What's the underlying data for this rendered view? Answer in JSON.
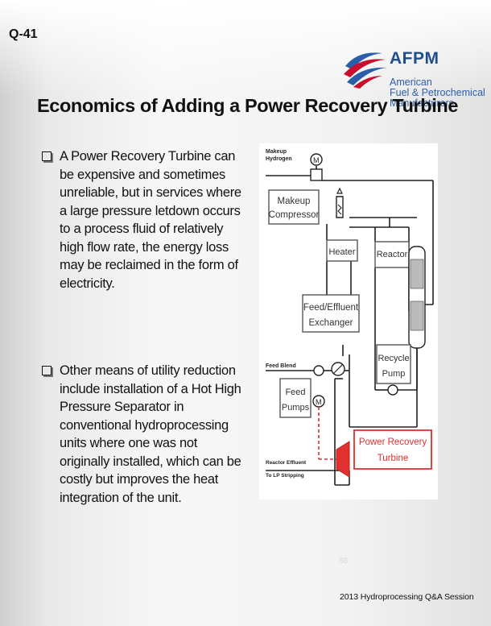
{
  "question_number": "Q-41",
  "logo": {
    "name": "AFPM",
    "full_name_lines": [
      "American",
      "Fuel & Petrochemical",
      "Manufacturers"
    ],
    "colors": {
      "blue": "#1f4e8c",
      "red": "#c8102e"
    }
  },
  "title": "Economics of Adding a Power Recovery Turbine",
  "bullets": [
    "A Power Recovery Turbine can be expensive and sometimes unreliable, but in services where a large pressure letdown occurs to a process fluid of relatively high flow rate, the energy loss may be reclaimed in the form of electricity.",
    "Other means of utility reduction include installation of a Hot High Pressure Separator in conventional hydroprocessing units where one was not originally installed, which can be costly but improves the heat integration of the unit."
  ],
  "diagram": {
    "stream_makeup": [
      "Makeup",
      "Hydrogen"
    ],
    "makeup_compressor": [
      "Makeup",
      "Compressor"
    ],
    "heater": "Heater",
    "reactor": "Reactor",
    "exchanger": [
      "Feed/Effluent",
      "Exchanger"
    ],
    "feed_blend": "Feed Blend",
    "feed_pumps": [
      "Feed",
      "Pumps"
    ],
    "recycle_pump": [
      "Recycle",
      "Pump"
    ],
    "power_recovery_turbine": [
      "Power Recovery",
      "Turbine"
    ],
    "reactor_effluent": [
      "Reactor Effluent",
      "To LP Stripping"
    ],
    "motor_symbol": "M",
    "highlight_color": "#e03030"
  },
  "slide_number": "88",
  "footer": "2013 Hydroprocessing Q&A Session"
}
